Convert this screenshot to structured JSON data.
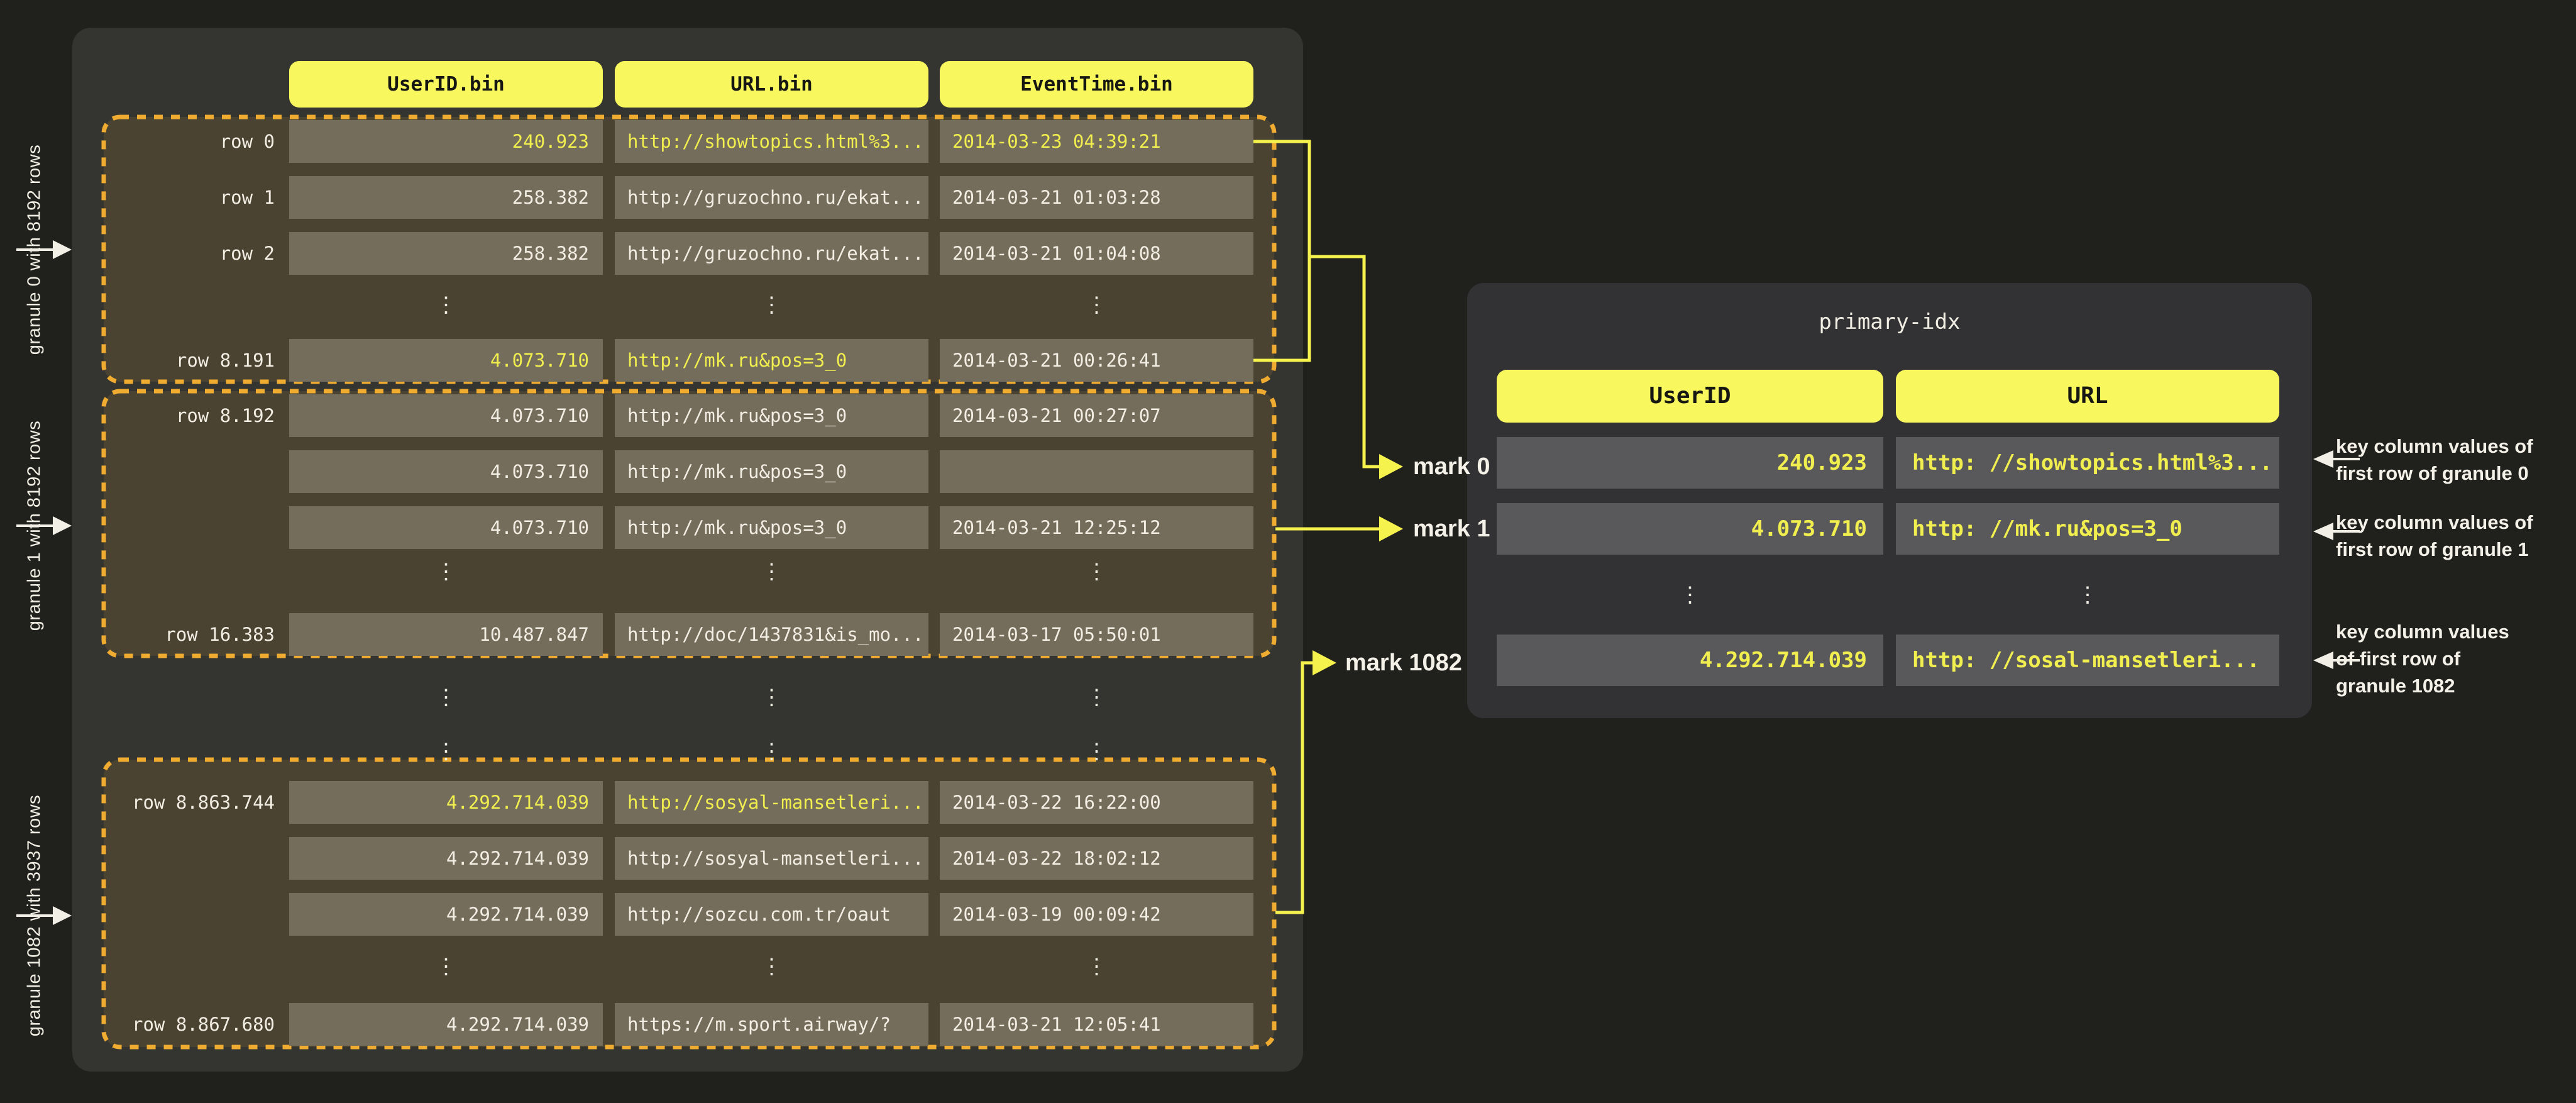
{
  "bin_files": {
    "headers": {
      "user_id": "UserID.bin",
      "url": "URL.bin",
      "event_time": "EventTime.bin"
    },
    "granules": [
      {
        "label": "granule 0 with 8192 rows",
        "rows": [
          {
            "label": "row 0",
            "user_id": "240.923",
            "url": "http://showtopics.html%3...",
            "event_time": "2014-03-23 04:39:21"
          },
          {
            "label": "row 1",
            "user_id": "258.382",
            "url": "http://gruzochno.ru/ekat...",
            "event_time": "2014-03-21 01:03:28"
          },
          {
            "label": "row 2",
            "user_id": "258.382",
            "url": "http://gruzochno.ru/ekat...",
            "event_time": "2014-03-21 01:04:08"
          },
          {
            "label": "row 8.191",
            "user_id": "4.073.710",
            "url": "http://mk.ru&pos=3_0",
            "event_time": "2014-03-21 00:26:41"
          }
        ]
      },
      {
        "label": "granule 1 with 8192 rows",
        "rows": [
          {
            "label": "row 8.192",
            "user_id": "4.073.710",
            "url": "http://mk.ru&pos=3_0",
            "event_time": "2014-03-21 00:27:07"
          },
          {
            "label": "",
            "user_id": "4.073.710",
            "url": "http://mk.ru&pos=3_0",
            "event_time": ""
          },
          {
            "label": "",
            "user_id": "4.073.710",
            "url": "http://mk.ru&pos=3_0",
            "event_time": "2014-03-21 12:25:12"
          },
          {
            "label": "row 16.383",
            "user_id": "10.487.847",
            "url": "http://doc/1437831&is_mo...",
            "event_time": "2014-03-17 05:50:01"
          }
        ]
      },
      {
        "label": "granule 1082 with 3937 rows",
        "rows": [
          {
            "label": "row 8.863.744",
            "user_id": "4.292.714.039",
            "url": "http://sosyal-mansetleri...",
            "event_time": "2014-03-22 16:22:00"
          },
          {
            "label": "",
            "user_id": "4.292.714.039",
            "url": "http://sosyal-mansetleri...",
            "event_time": "2014-03-22 18:02:12"
          },
          {
            "label": "",
            "user_id": "4.292.714.039",
            "url": "http://sozcu.com.tr/oaut",
            "event_time": "2014-03-19 00:09:42"
          },
          {
            "label": "row 8.867.680",
            "user_id": "4.292.714.039",
            "url": "https://m.sport.airway/?",
            "event_time": "2014-03-21 12:05:41"
          }
        ]
      }
    ]
  },
  "marks": {
    "mark0": "mark 0",
    "mark1": "mark 1",
    "mark1082": "mark 1082"
  },
  "primary_index": {
    "title": "primary-idx",
    "headers": {
      "user_id": "UserID",
      "url": "URL"
    },
    "rows": [
      {
        "user_id": "240.923",
        "url": "http: //showtopics.html%3..."
      },
      {
        "user_id": "4.073.710",
        "url": "http: //mk.ru&pos=3_0"
      },
      {
        "user_id": "4.292.714.039",
        "url": "http: //sosal-mansetleri..."
      }
    ]
  },
  "annotations": [
    {
      "line1": "key column values of",
      "line2": "first row of granule 0"
    },
    {
      "line1": "key column values of",
      "line2": "first row of granule 1"
    },
    {
      "line1": "key column values",
      "line2": "of first row of",
      "line3": "granule 1082"
    }
  ],
  "ellipsis": "⋮",
  "colors": {
    "background": "#20201c",
    "panel": "#343431",
    "granule_fill": "#4a4331",
    "cell": "#756d5b",
    "header_pill": "#f8f85e",
    "highlight_text": "#f1ee4f",
    "dashed_border": "#f0ac30",
    "connector_yellow": "#f6f24d",
    "text_white": "#f2eee3"
  }
}
